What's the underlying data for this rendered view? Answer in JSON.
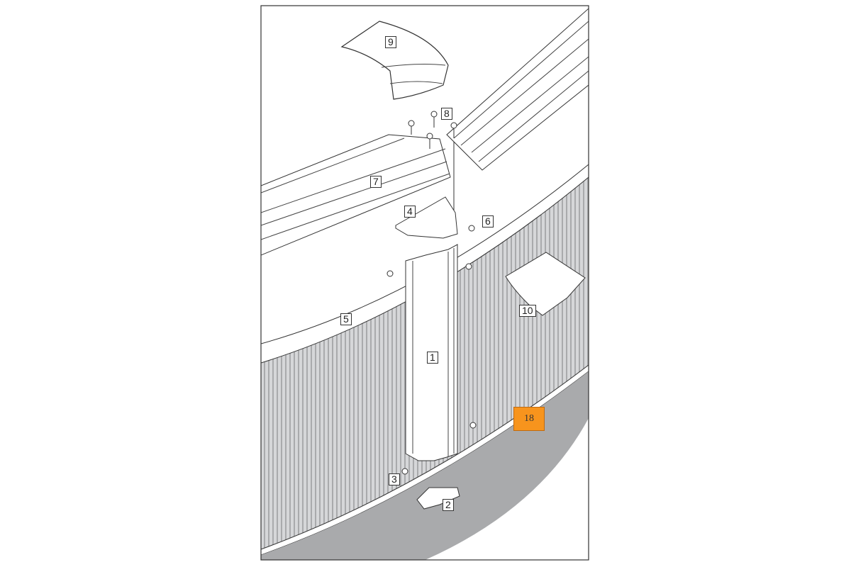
{
  "diagram": {
    "part_labels": {
      "p1": "1",
      "p2": "2",
      "p3": "3",
      "p4": "4",
      "p5": "5",
      "p6": "6",
      "p7": "7",
      "p8": "8",
      "p9": "9",
      "p10": "10"
    },
    "highlight_callout": "18",
    "colors": {
      "highlight": "#f7941d",
      "ground": "#a9aaac",
      "wall": "#d2d3d5",
      "line": "#333333"
    }
  }
}
